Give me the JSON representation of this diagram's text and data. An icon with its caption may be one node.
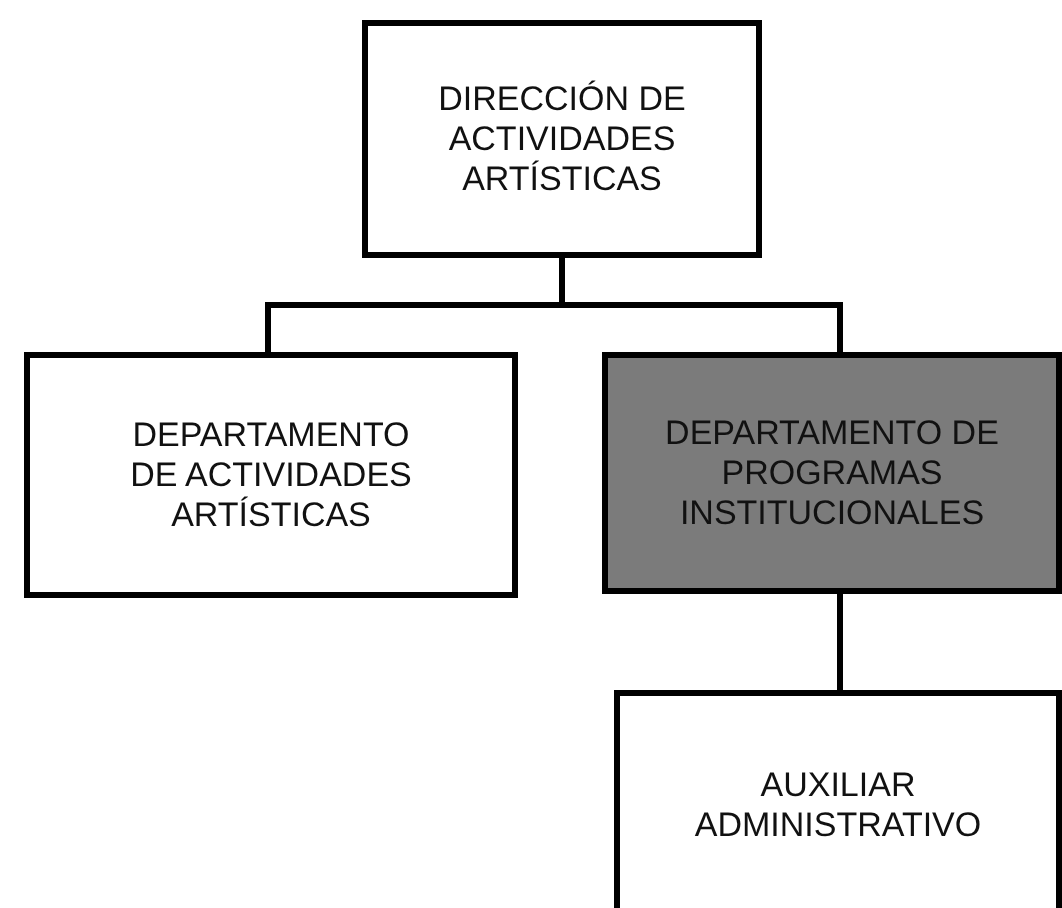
{
  "diagram": {
    "nodes": [
      {
        "text": [
          "DIRECCIÓN DE ACTIVIDADES ARTÍSTICAS"
        ]
      },
      {
        "text": [
          "DEPARTAMENTO DE ACTIVIDADES ARTÍSTICAS"
        ]
      },
      {
        "text": [
          "DEPARTAMENTO DE PROGRAMAS INSTITUCIONALES"
        ]
      },
      {
        "text": [
          "AUXILIAR ADMINISTRATIVO"
        ]
      }
    ],
    "edges": [
      {
        "from": 0,
        "to": 1,
        "arrow": "none"
      },
      {
        "from": 0,
        "to": 2,
        "arrow": "none"
      },
      {
        "from": 2,
        "to": 3,
        "arrow": "none"
      }
    ]
  }
}
